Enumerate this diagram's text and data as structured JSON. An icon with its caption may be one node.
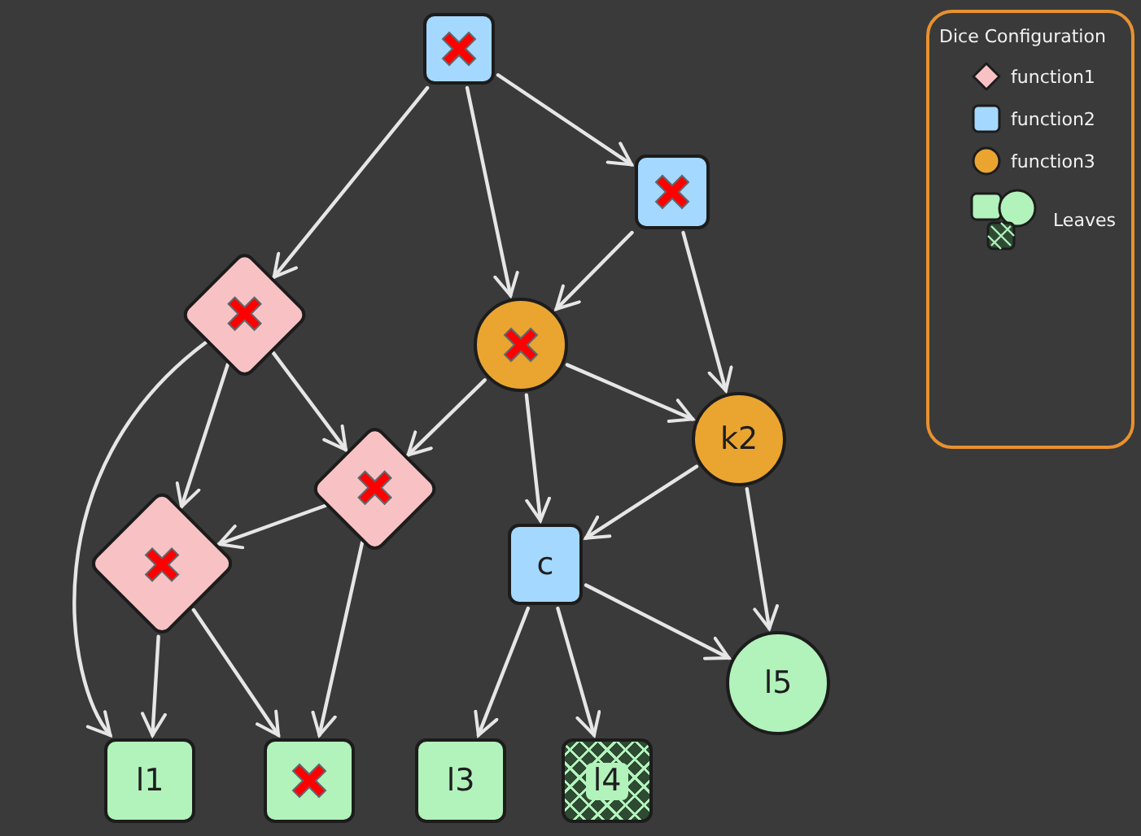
{
  "diagram": {
    "nodes": [
      {
        "text": [],
        "shape": "box"
      },
      {
        "text": [],
        "shape": "box"
      },
      {
        "text": [],
        "shape": "diamond"
      },
      {
        "text": [],
        "shape": "circle"
      },
      {
        "text": [
          "k2"
        ]
      },
      {
        "text": [],
        "shape": "diamond"
      },
      {
        "text": [
          "c"
        ]
      },
      {
        "text": [],
        "shape": "diamond"
      },
      {
        "text": [
          "l5"
        ]
      },
      {
        "text": [
          "l1"
        ]
      },
      {
        "text": [],
        "shape": "box"
      },
      {
        "text": [
          "l3"
        ]
      },
      {
        "text": [
          "l4"
        ]
      }
    ],
    "edges": [
      {
        "from": 0,
        "to": 2,
        "arrow": "to"
      },
      {
        "from": 0,
        "to": 3,
        "arrow": "to"
      },
      {
        "from": 0,
        "to": 1,
        "arrow": "to"
      },
      {
        "from": 1,
        "to": 3,
        "arrow": "to"
      },
      {
        "from": 1,
        "to": 4,
        "arrow": "to"
      },
      {
        "from": 2,
        "to": 9,
        "arrow": "to"
      },
      {
        "from": 2,
        "to": 7,
        "arrow": "to"
      },
      {
        "from": 2,
        "to": 5,
        "arrow": "to"
      },
      {
        "from": 3,
        "to": 5,
        "arrow": "to"
      },
      {
        "from": 3,
        "to": 6,
        "arrow": "to"
      },
      {
        "from": 3,
        "to": 4,
        "arrow": "to"
      },
      {
        "from": 4,
        "to": 6,
        "arrow": "to"
      },
      {
        "from": 4,
        "to": 8,
        "arrow": "to"
      },
      {
        "from": 5,
        "to": 7,
        "arrow": "to"
      },
      {
        "from": 5,
        "to": 10,
        "arrow": "to"
      },
      {
        "from": 7,
        "to": 9,
        "arrow": "to"
      },
      {
        "from": 7,
        "to": 10,
        "arrow": "to"
      },
      {
        "from": 6,
        "to": 11,
        "arrow": "to"
      },
      {
        "from": 6,
        "to": 12,
        "arrow": "to"
      },
      {
        "from": 6,
        "to": 8,
        "arrow": "to"
      }
    ],
    "labels": [
      "Dice Configuration"
    ],
    "legend": [
      {
        "text": "function1"
      },
      {
        "text": "function2"
      },
      {
        "text": "function3"
      },
      {
        "text": "Leaves"
      }
    ]
  }
}
